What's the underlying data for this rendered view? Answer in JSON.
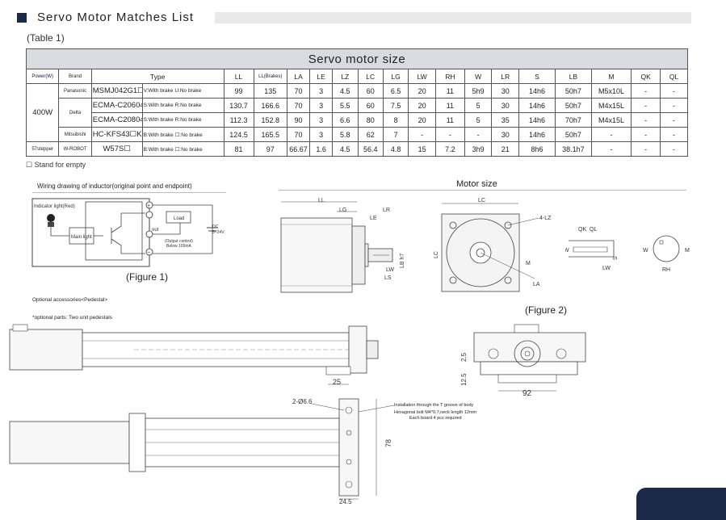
{
  "header": {
    "title": "Servo Motor Matches List",
    "table_caption": "(Table 1)"
  },
  "table": {
    "heading": "Servo motor size",
    "col_power": "Power(W)",
    "col_brand": "Brand",
    "col_type": "Type",
    "cols": [
      "LL",
      "LL(Brakes)",
      "LA",
      "LE",
      "LZ",
      "LC",
      "LG",
      "LW",
      "RH",
      "W",
      "LR",
      "S",
      "LB",
      "M",
      "QK",
      "QL"
    ],
    "power_400": "400W",
    "power_57": "57stepper",
    "rows": [
      {
        "brand": "Panasonic",
        "model": "MSMJ042G1☐",
        "opt": "V:With brake  U:No brake",
        "vals": [
          "99",
          "135",
          "70",
          "3",
          "4.5",
          "60",
          "6.5",
          "20",
          "11",
          "5h9",
          "30",
          "14h6",
          "50h7",
          "M5x10L",
          "-",
          "-"
        ]
      },
      {
        "brand": "Delta",
        "model": "ECMA-C20604☐S",
        "opt": "S:With brake  R:No brake",
        "vals": [
          "130.7",
          "166.6",
          "70",
          "3",
          "5.5",
          "60",
          "7.5",
          "20",
          "11",
          "5",
          "30",
          "14h6",
          "50h7",
          "M4x15L",
          "-",
          "-"
        ]
      },
      {
        "brand": "",
        "model": "ECMA-C20804☐S",
        "opt": "S:With brake  R:No brake",
        "vals": [
          "112.3",
          "152.8",
          "90",
          "3",
          "6.6",
          "80",
          "8",
          "20",
          "11",
          "5",
          "35",
          "14h6",
          "70h7",
          "M4x15L",
          "-",
          "-"
        ]
      },
      {
        "brand": "Mitsubishi",
        "model": "HC-KFS43☐K",
        "opt": "B:With brake  ☐:No brake",
        "vals": [
          "124.5",
          "165.5",
          "70",
          "3",
          "5.8",
          "62",
          "7",
          "-",
          "-",
          "-",
          "30",
          "14h6",
          "50h7",
          "-",
          "-",
          "-"
        ]
      },
      {
        "brand": "W-ROBOT",
        "model": "W57S☐",
        "opt": "B:With brake  ☐:No brake",
        "vals": [
          "81",
          "97",
          "66.67",
          "1.6",
          "4.5",
          "56.4",
          "4.8",
          "15",
          "7.2",
          "3h9",
          "21",
          "8h6",
          "38.1h7",
          "-",
          "-",
          "-"
        ]
      }
    ],
    "footnote": "☐ Stand for empty"
  },
  "wiring": {
    "title": "Wiring drawing of inductor(original point and endpoint)",
    "indicator": "Indicator light(Red)",
    "main": "Main light",
    "load": "Load",
    "out": "out",
    "out_ctrl_1": "(Output control)",
    "out_ctrl_2": "Below 100mA",
    "dc_1": "DC",
    "dc_2": "5~24V",
    "caption": "(Figure 1)"
  },
  "motor": {
    "title": "Motor size",
    "caption": "(Figure 2)",
    "labels": [
      "LL",
      "LG",
      "LE",
      "LR",
      "LB h7",
      "LW",
      "LS",
      "LC",
      "LC",
      "4-LZ",
      "M",
      "LA",
      "QK",
      "QL",
      "W",
      "S",
      "LW",
      "W",
      "RH",
      "M"
    ]
  },
  "accessories": {
    "line1": "Optional accessories<Pedestal>",
    "line2": "*optional parts: Two unit pedestals",
    "dim_25": "25",
    "dim_125": "12.5",
    "dim_225": "2.5",
    "dim_92": "92",
    "dim_hole": "2-Ø6.6",
    "dim_78": "78",
    "dim_245": "24.5",
    "note_1": "Installation through the T groove of body",
    "note_2": "Hexagonal bolt M4*0.7,neck length 12mm",
    "note_3": "Each board 4 pcs required"
  }
}
